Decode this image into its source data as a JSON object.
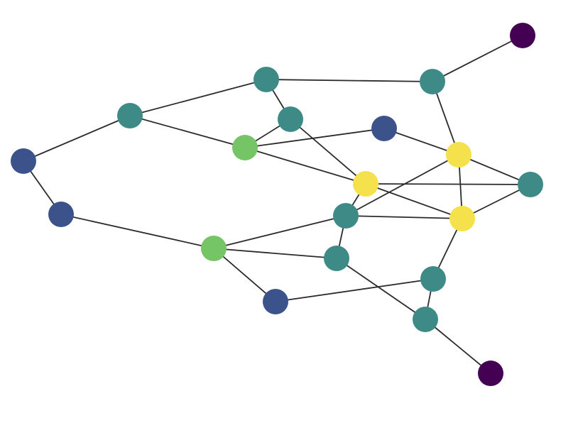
{
  "palette": {
    "purple": "#440154",
    "blue": "#3b528b",
    "teal": "#3e8a87",
    "green": "#75c466",
    "yellow": "#f5e14b",
    "edge": "#2b2b2b",
    "background": "#ffffff"
  },
  "graph": {
    "nodes": [
      {
        "id": "n0",
        "color": "purple"
      },
      {
        "id": "n1",
        "color": "teal"
      },
      {
        "id": "n2",
        "color": "teal"
      },
      {
        "id": "n3",
        "color": "teal"
      },
      {
        "id": "n4",
        "color": "teal"
      },
      {
        "id": "n5",
        "color": "green"
      },
      {
        "id": "n6",
        "color": "blue"
      },
      {
        "id": "n7",
        "color": "blue"
      },
      {
        "id": "n8",
        "color": "yellow"
      },
      {
        "id": "n9",
        "color": "yellow"
      },
      {
        "id": "n10",
        "color": "teal"
      },
      {
        "id": "n11",
        "color": "blue"
      },
      {
        "id": "n12",
        "color": "teal"
      },
      {
        "id": "n13",
        "color": "yellow"
      },
      {
        "id": "n14",
        "color": "green"
      },
      {
        "id": "n15",
        "color": "teal"
      },
      {
        "id": "n16",
        "color": "blue"
      },
      {
        "id": "n17",
        "color": "teal"
      },
      {
        "id": "n18",
        "color": "teal"
      },
      {
        "id": "n19",
        "color": "purple"
      }
    ],
    "edges": [
      [
        "n0",
        "n1"
      ],
      [
        "n2",
        "n1"
      ],
      [
        "n2",
        "n3"
      ],
      [
        "n2",
        "n4"
      ],
      [
        "n3",
        "n6"
      ],
      [
        "n3",
        "n5"
      ],
      [
        "n4",
        "n5"
      ],
      [
        "n4",
        "n9"
      ],
      [
        "n5",
        "n7"
      ],
      [
        "n5",
        "n9"
      ],
      [
        "n7",
        "n8"
      ],
      [
        "n1",
        "n8"
      ],
      [
        "n8",
        "n10"
      ],
      [
        "n8",
        "n13"
      ],
      [
        "n8",
        "n12"
      ],
      [
        "n9",
        "n10"
      ],
      [
        "n9",
        "n13"
      ],
      [
        "n9",
        "n12"
      ],
      [
        "n10",
        "n13"
      ],
      [
        "n6",
        "n11"
      ],
      [
        "n11",
        "n14"
      ],
      [
        "n14",
        "n12"
      ],
      [
        "n14",
        "n15"
      ],
      [
        "n14",
        "n16"
      ],
      [
        "n12",
        "n13"
      ],
      [
        "n12",
        "n15"
      ],
      [
        "n15",
        "n18"
      ],
      [
        "n16",
        "n17"
      ],
      [
        "n13",
        "n17"
      ],
      [
        "n17",
        "n18"
      ],
      [
        "n18",
        "n19"
      ]
    ]
  }
}
